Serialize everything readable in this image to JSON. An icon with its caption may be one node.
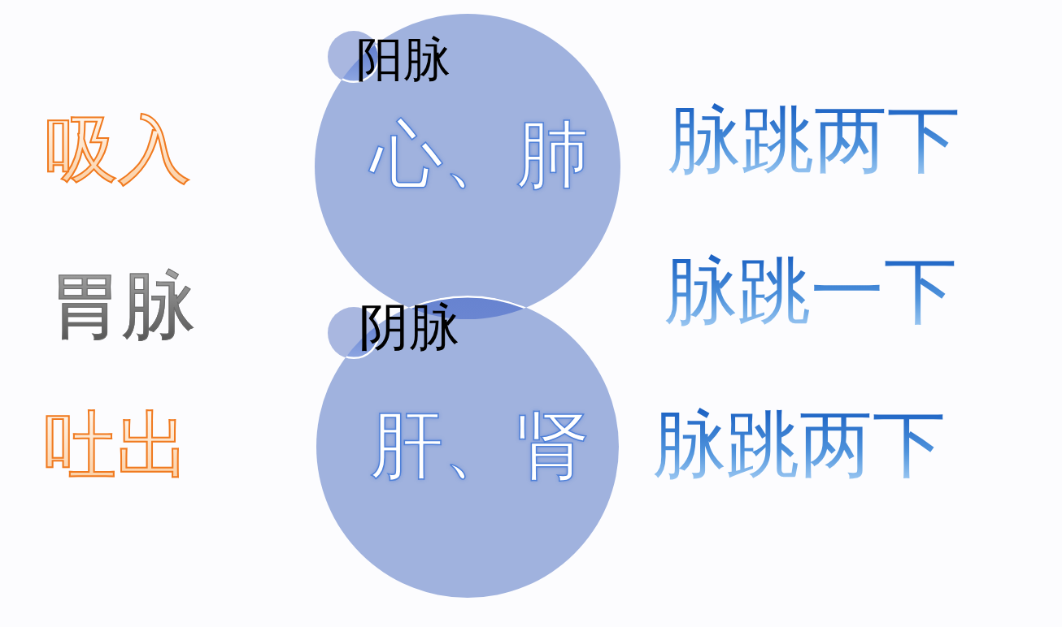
{
  "diagram": {
    "nodes": [
      {
        "text": [
          "阳脉",
          "心、肺"
        ]
      },
      {
        "text": [
          "阴脉",
          "肝、肾"
        ]
      }
    ],
    "labels": [
      "吸入",
      "脉跳两下",
      "胃脉",
      "脉跳一下",
      "吐出",
      "脉跳两下"
    ]
  }
}
